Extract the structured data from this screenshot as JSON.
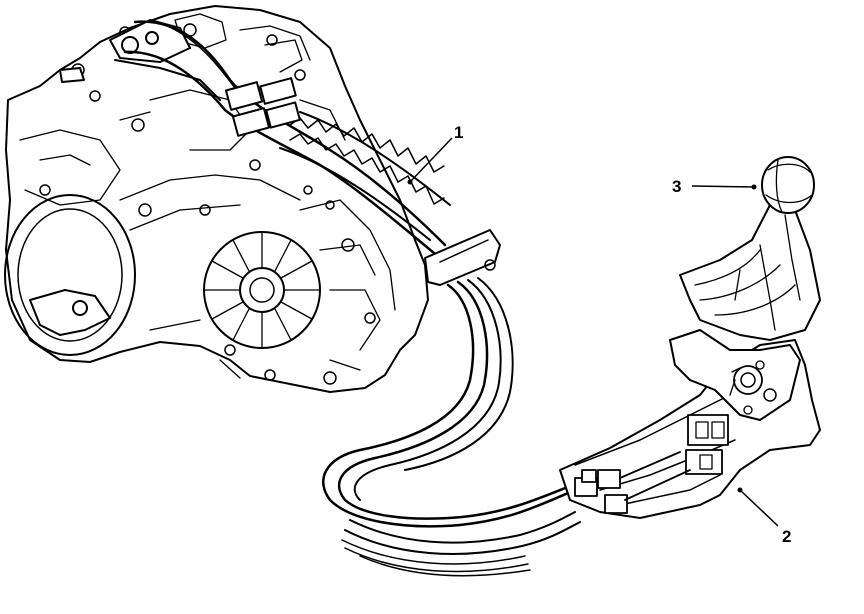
{
  "callouts": [
    {
      "id": "1",
      "label": "1"
    },
    {
      "id": "2",
      "label": "2"
    },
    {
      "id": "3",
      "label": "3"
    }
  ],
  "colors": {
    "ink": "#000000",
    "paper": "#ffffff"
  },
  "parts": {
    "gearbox": "transmission-housing",
    "cables": "shift-cable-pair",
    "shifter": "gear-shift-lever-assembly",
    "knob": "shift-knob"
  }
}
